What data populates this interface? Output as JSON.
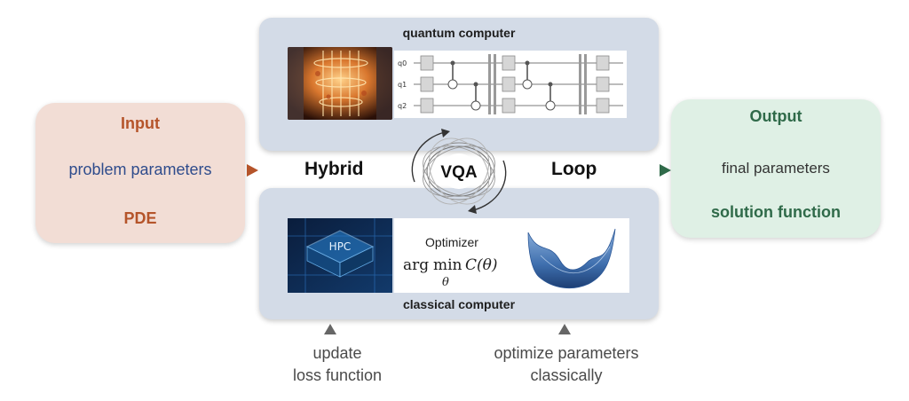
{
  "input": {
    "title": "Input",
    "line1": "problem parameters",
    "line2": "PDE"
  },
  "output": {
    "title": "Output",
    "line1": "final parameters",
    "line2": "solution function"
  },
  "quantum": {
    "label": "quantum computer",
    "qubits": [
      "q0",
      "q1",
      "q2"
    ]
  },
  "classical": {
    "label": "classical computer",
    "hpc_label": "HPC",
    "optimizer_label": "Optimizer",
    "formula": {
      "prefix": "arg",
      "op": "min",
      "sub": "θ",
      "func": "C(θ)"
    }
  },
  "middle": {
    "left": "Hybrid",
    "center": "VQA",
    "right": "Loop"
  },
  "captions": {
    "update": [
      "update",
      "loss function"
    ],
    "optimize": [
      "optimize parameters",
      "classically"
    ]
  },
  "colors": {
    "input_accent": "#b5542a",
    "input_text": "#2f4c8c",
    "output_accent": "#2f6a49",
    "panel": "#d3dbe7",
    "input_bg": "#f2ddd5",
    "output_bg": "#dff0e5"
  }
}
